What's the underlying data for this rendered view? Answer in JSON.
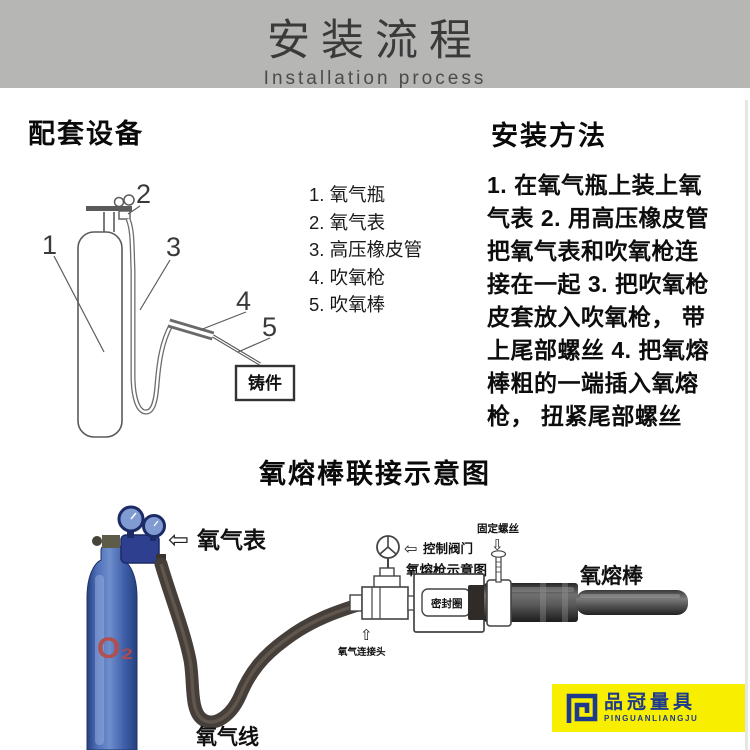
{
  "banner": {
    "title": "安装流程",
    "subtitle": "Installation process"
  },
  "equipment": {
    "title": "配套设备",
    "items": [
      "1. 氧气瓶",
      "2. 氧气表",
      "3. 高压橡皮管",
      "4. 吹氧枪",
      "5. 吹氧棒"
    ],
    "callouts": [
      "1",
      "2",
      "3",
      "4",
      "5"
    ],
    "workpiece": "铸件"
  },
  "method": {
    "title": "安装方法",
    "steps": "1. 在氧气瓶上装上氧气表 2. 用高压橡皮管把氧气表和吹氧枪连接在一起 3. 把吹氧枪皮套放入吹氧枪， 带上尾部螺丝 4. 把氧熔棒粗的一端插入氧熔枪， 扭紧尾部螺丝"
  },
  "connection": {
    "title": "氧熔棒联接示意图",
    "labels": {
      "oxygen_gauge": "氧气表",
      "oxygen_line": "氧气线",
      "control_valve": "控制阀门",
      "gun_diagram": "氧熔枪示意图",
      "sealing_ring": "密封圈",
      "fixing_screw": "固定螺丝",
      "oxygen_connector": "氧气连接头",
      "oxygen_rod": "氧熔棒",
      "cylinder_marking": "O₂"
    },
    "icons": {
      "arrow_left": "⇦",
      "arrow_up": "⇧",
      "arrow_down": "⇩"
    }
  },
  "logo": {
    "name": "品冠量具",
    "romanized": "PINGUANLIANGJU"
  },
  "colors": {
    "banner_bg": "#b6b6b4",
    "logo_yellow": "#f7ee00",
    "logo_navy": "#1d3a8e",
    "cylinder_blue": "#4f6fb8",
    "hose": "#453e39",
    "o2_red": "#b94a41"
  }
}
